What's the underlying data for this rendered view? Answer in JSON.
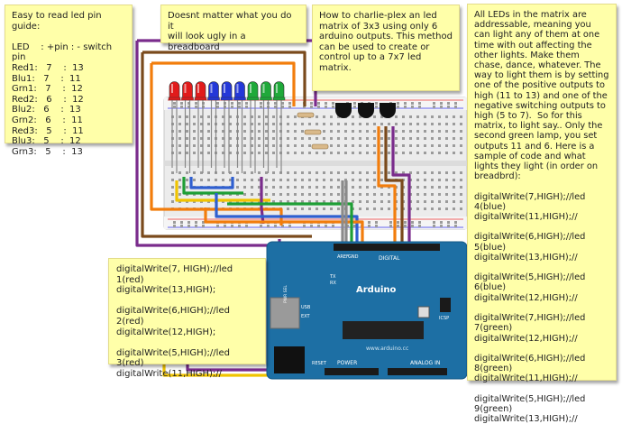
{
  "notes": {
    "pin_guide": "Easy to read led pin guide:\n\nLED    : +pin : - switch pin\nRed1:   7    :  13\nBlu1:   7    :  11\nGrn1:   7    :  12\nRed2:   6    :  12\nBlu2:   6    :  13\nGrn2:   6    :  11\nRed3:   5    :  11\nBlu3:   5    :  12\nGrn3:   5    :  13",
    "breadboard": "Doesnt matter what you do it\nwill look ugly in a breadboard",
    "howto": "How to charlie-plex an led matrix of 3x3 using only 6 arduino outputs. This method can be used to create or control up to a 7x7 led matrix.",
    "addressable": "All LEDs in the matrix are addressable, meaning you can light any of them at one time with out affecting the other lights. Make them chase, dance, whatever. The way to light them is by setting one of the positive outputs to high (11 to 13) and one of the negative switching outputs to high (5 to 7).  So for this matrix, to light say.. Only the second green lamp, you set outputs 11 and 6. Here is a sample of code and what lights they light (in order on breadbrd):\n\ndigitalWrite(7,HIGH);//led 4(blue)\ndigitalWrite(11,HIGH);//\n\ndigitalWrite(6,HIGH);//led 5(blue)\ndigitalWrite(13,HIGH);//\n\ndigitalWrite(5,HIGH);//led 6(blue)\ndigitalWrite(12,HIGH);//\n\ndigitalWrite(7,HIGH);//led 7(green)\ndigitalWrite(12,HIGH);//\n\ndigitalWrite(6,HIGH);//led 8(green)\ndigitalWrite(11,HIGH);//\n\ndigitalWrite(5,HIGH);//led 9(green)\ndigitalWrite(13,HIGH);//",
    "code_red": "digitalWrite(7, HIGH);//led 1(red)\ndigitalWrite(13,HIGH);\n\ndigitalWrite(6,HIGH);//led 2(red)\ndigitalWrite(12,HIGH);\n\ndigitalWrite(5,HIGH);//led 3(red)\ndigitalWrite(11,HIGH);//"
  },
  "arduino": {
    "brand": "Arduino",
    "url": "www.arduino.cc",
    "digital_label": "DIGITAL",
    "analog_label": "ANALOG IN",
    "power_label": "POWER",
    "icsp_label": "ICSP",
    "aref_label": "AREF",
    "gnd_label": "GND",
    "tx_label": "TX",
    "rx_label": "RX",
    "pwr_sel_label": "PWR SEL",
    "usb_label": "USB",
    "ext_label": "EXT",
    "reset_label": "RESET"
  },
  "leds": [
    {
      "color": "#e11b1b"
    },
    {
      "color": "#e11b1b"
    },
    {
      "color": "#e11b1b"
    },
    {
      "color": "#2438d8"
    },
    {
      "color": "#2438d8"
    },
    {
      "color": "#2438d8"
    },
    {
      "color": "#1fa93a"
    },
    {
      "color": "#1fa93a"
    },
    {
      "color": "#1fa93a"
    }
  ],
  "colors": {
    "board": "#1d6fa4",
    "breadboard": "#ececec",
    "note": "#ffffa9",
    "wire_purple": "#7a2c8c",
    "wire_brown": "#7a4a1c",
    "wire_orange": "#f27d0c",
    "wire_yellow": "#f0c400",
    "wire_green": "#1e9e35",
    "wire_blue": "#2f5fd0",
    "wire_gray": "#8a8a8a"
  }
}
